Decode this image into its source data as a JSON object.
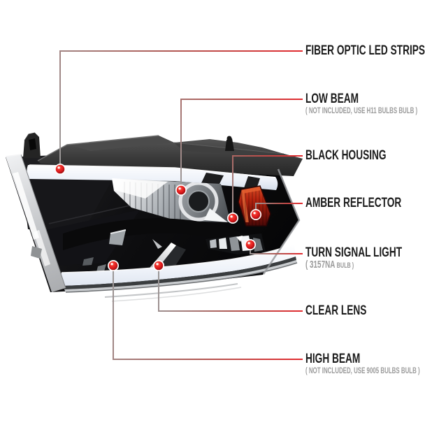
{
  "image_type": "product-feature-callout-diagram",
  "product": "truck headlight assembly",
  "colors": {
    "background": "#ffffff",
    "accent_red": "#e22a2e",
    "line_gray": "#9a9a9a",
    "title_text": "#1c1c1c",
    "subtitle_text": "#9b9b9b",
    "housing_black": "#0c0c0d",
    "led_strip_white": "#eef2f9",
    "amber_reflector": "#b5240f"
  },
  "callouts": [
    {
      "id": "fiber-optic-led-strips",
      "title": "FIBER OPTIC LED STRIPS"
    },
    {
      "id": "low-beam",
      "title": "LOW BEAM",
      "subtitle": "( NOT INCLUDED, USE H11 BULBS BULB )"
    },
    {
      "id": "black-housing",
      "title": "BLACK HOUSING"
    },
    {
      "id": "amber-reflector",
      "title": "AMBER REFLECTOR"
    },
    {
      "id": "turn-signal-light",
      "title": "TURN SIGNAL LIGHT",
      "subtitle_big": "( 3157NA",
      "subtitle_small": "BULB )"
    },
    {
      "id": "clear-lens",
      "title": "CLEAR LENS"
    },
    {
      "id": "high-beam",
      "title": "HIGH BEAM",
      "subtitle": "( NOT INCLUDED, USE 9005 BULBS BULB )"
    }
  ]
}
